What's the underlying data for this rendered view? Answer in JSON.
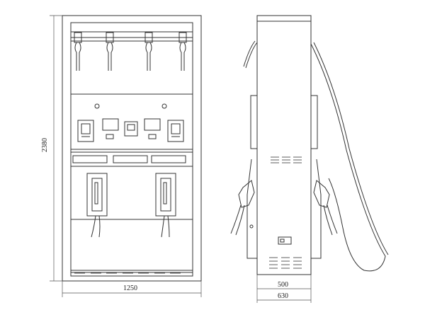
{
  "dimensions": {
    "front_height": "2380",
    "front_width": "1250",
    "side_depth_inner": "500",
    "side_depth_outer": "630"
  },
  "colors": {
    "line": "#333333",
    "dim_line": "#555555",
    "background": "#ffffff"
  },
  "icons": [
    "fuel-nozzle-icon",
    "card-reader-icon",
    "display-screen-icon",
    "hose-icon"
  ]
}
